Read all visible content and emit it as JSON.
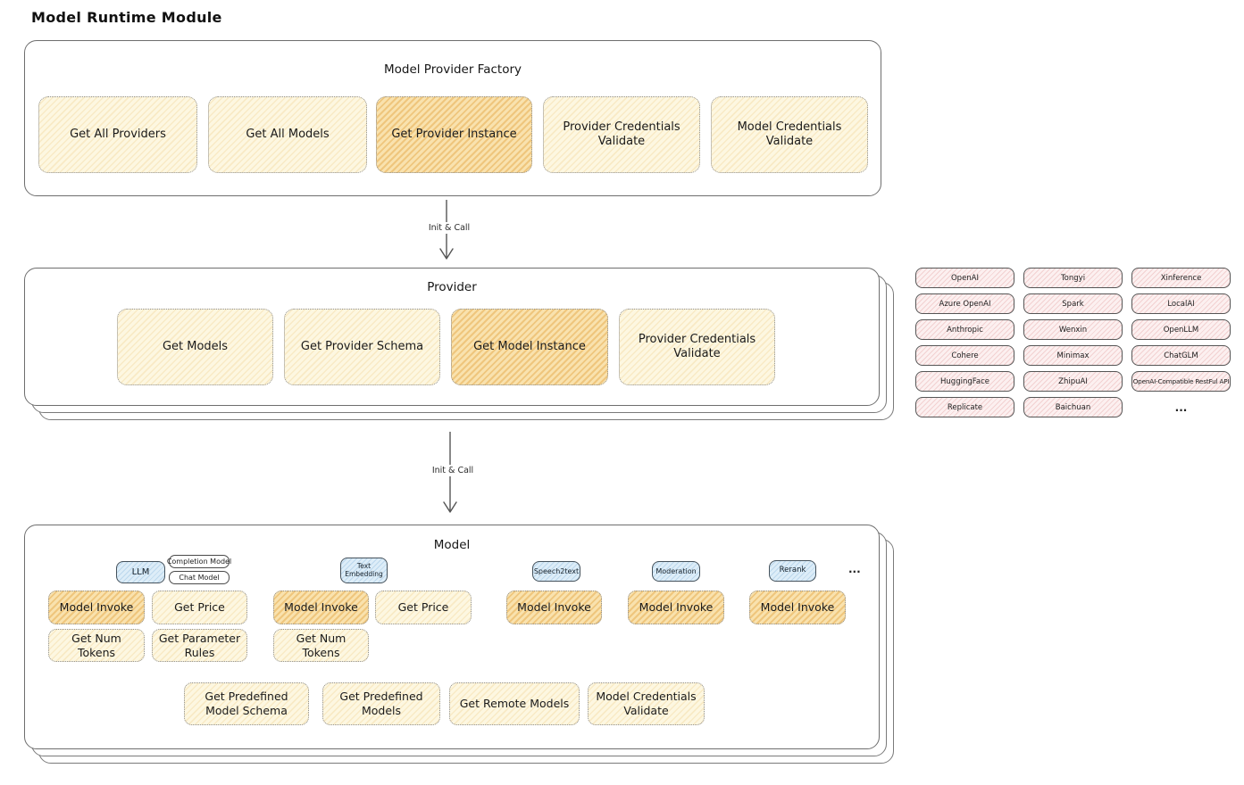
{
  "page_title": "Model Runtime Module",
  "colors": {
    "button_cream_bg": "#FDF7E1",
    "button_highlight_bg": "#F9E2AE",
    "hatch_orange": "#E0982C",
    "pill_pink_bg": "#FCF0F0",
    "hatch_pink": "#D67878",
    "pill_blue_bg": "#DDEDF8",
    "hatch_blue": "#6EA5D2",
    "box_border": "#6E6E6E"
  },
  "factory": {
    "title": "Model Provider Factory",
    "buttons": {
      "get_all_providers": "Get All Providers",
      "get_all_models": "Get All Models",
      "get_provider_instance": "Get Provider Instance",
      "provider_credentials_validate": "Provider Credentials Validate",
      "model_credentials_validate": "Model Credentials Validate"
    }
  },
  "arrows": {
    "init_call_1": "Init & Call",
    "init_call_2": "Init & Call"
  },
  "provider": {
    "title": "Provider",
    "buttons": {
      "get_models": "Get Models",
      "get_provider_schema": "Get Provider Schema",
      "get_model_instance": "Get Model Instance",
      "provider_credentials_validate": "Provider Credentials Validate"
    }
  },
  "providers_grid": {
    "items": [
      {
        "label": "OpenAI"
      },
      {
        "label": "Tongyi"
      },
      {
        "label": "Xinference"
      },
      {
        "label": "Azure OpenAI"
      },
      {
        "label": "Spark"
      },
      {
        "label": "LocalAI"
      },
      {
        "label": "Anthropic"
      },
      {
        "label": "Wenxin"
      },
      {
        "label": "OpenLLM"
      },
      {
        "label": "Cohere"
      },
      {
        "label": "Minimax"
      },
      {
        "label": "ChatGLM"
      },
      {
        "label": "HuggingFace"
      },
      {
        "label": "ZhipuAI"
      },
      {
        "label": "OpenAI-Compatible RestFul API",
        "variant": "smalltext"
      },
      {
        "label": "Replicate"
      },
      {
        "label": "Baichuan"
      },
      {
        "label": "...",
        "variant": "ellipsis"
      }
    ]
  },
  "model": {
    "title": "Model",
    "tabs": {
      "llm": "LLM",
      "completion_model": "Completion Model",
      "chat_model": "Chat Model",
      "text_embedding": "Text Embedding",
      "speech2text": "Speech2text",
      "moderation": "Moderation",
      "rerank": "Rerank",
      "more": "..."
    },
    "buttons": {
      "model_invoke": "Model Invoke",
      "get_price": "Get Price",
      "get_num_tokens": "Get Num Tokens",
      "get_parameter_rules": "Get Parameter Rules",
      "get_predefined_model_schema": "Get Predefined Model Schema",
      "get_predefined_models": "Get Predefined Models",
      "get_remote_models": "Get Remote Models",
      "model_credentials_validate": "Model Credentials Validate"
    }
  }
}
